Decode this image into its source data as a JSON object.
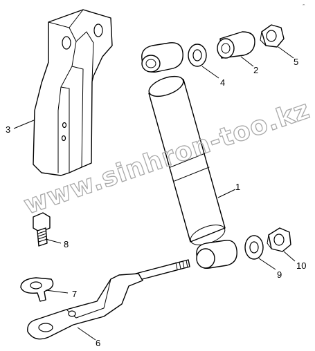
{
  "watermark": "www.sinhron-too.kz",
  "corner_mark": "𝄐",
  "callouts": {
    "shock_absorber": "1",
    "spacer_sleeve_upper": "2",
    "bracket": "3",
    "washer_upper": "4",
    "nut_upper": "5",
    "lever_arm": "6",
    "cup_washer": "7",
    "bolt": "8",
    "washer_lower": "9",
    "nut_lower": "10"
  }
}
